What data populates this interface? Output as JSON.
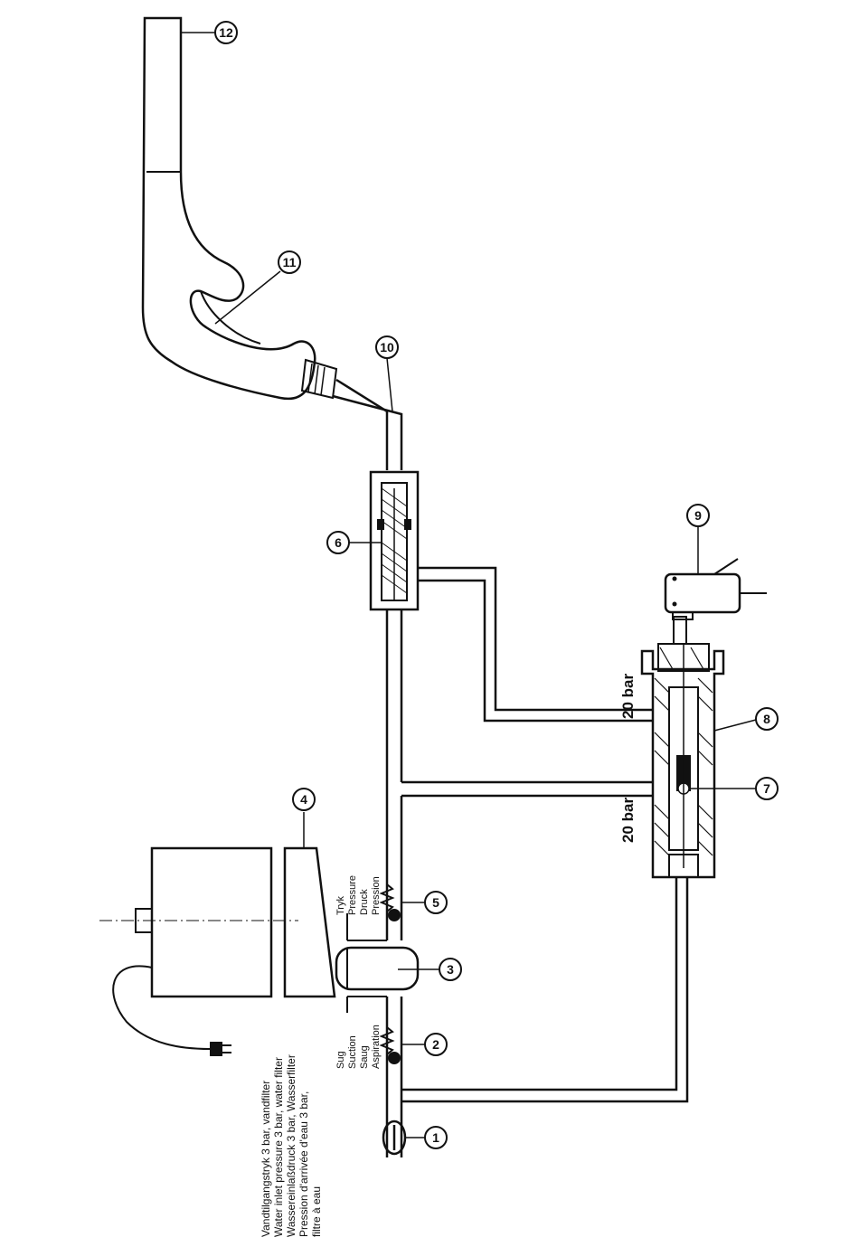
{
  "callouts": [
    "1",
    "2",
    "3",
    "4",
    "5",
    "6",
    "7",
    "8",
    "9",
    "10",
    "11",
    "12"
  ],
  "pressure_low": "20 bar",
  "pressure_high": "20 bar",
  "pump_outlet": {
    "line1": "Tryk",
    "line2": "Pressure",
    "line3": "Druck",
    "line4": "Pression"
  },
  "pump_inlet": {
    "line1": "Sug",
    "line2": "Suction",
    "line3": "Saug",
    "line4": "Aspiration"
  },
  "water_inlet": {
    "line1": "Vandtilgangstryk 3 bar, vandfilter",
    "line2": "Water inlet pressure 3 bar, water filter",
    "line3": "Wassereinlaßdruck 3 bar, Wasserfilter",
    "line4": "Pression d'arrivée d'eau 3 bar,",
    "line5": "filtre à eau"
  },
  "colors": {
    "ink": "#111111",
    "paper": "#ffffff"
  }
}
